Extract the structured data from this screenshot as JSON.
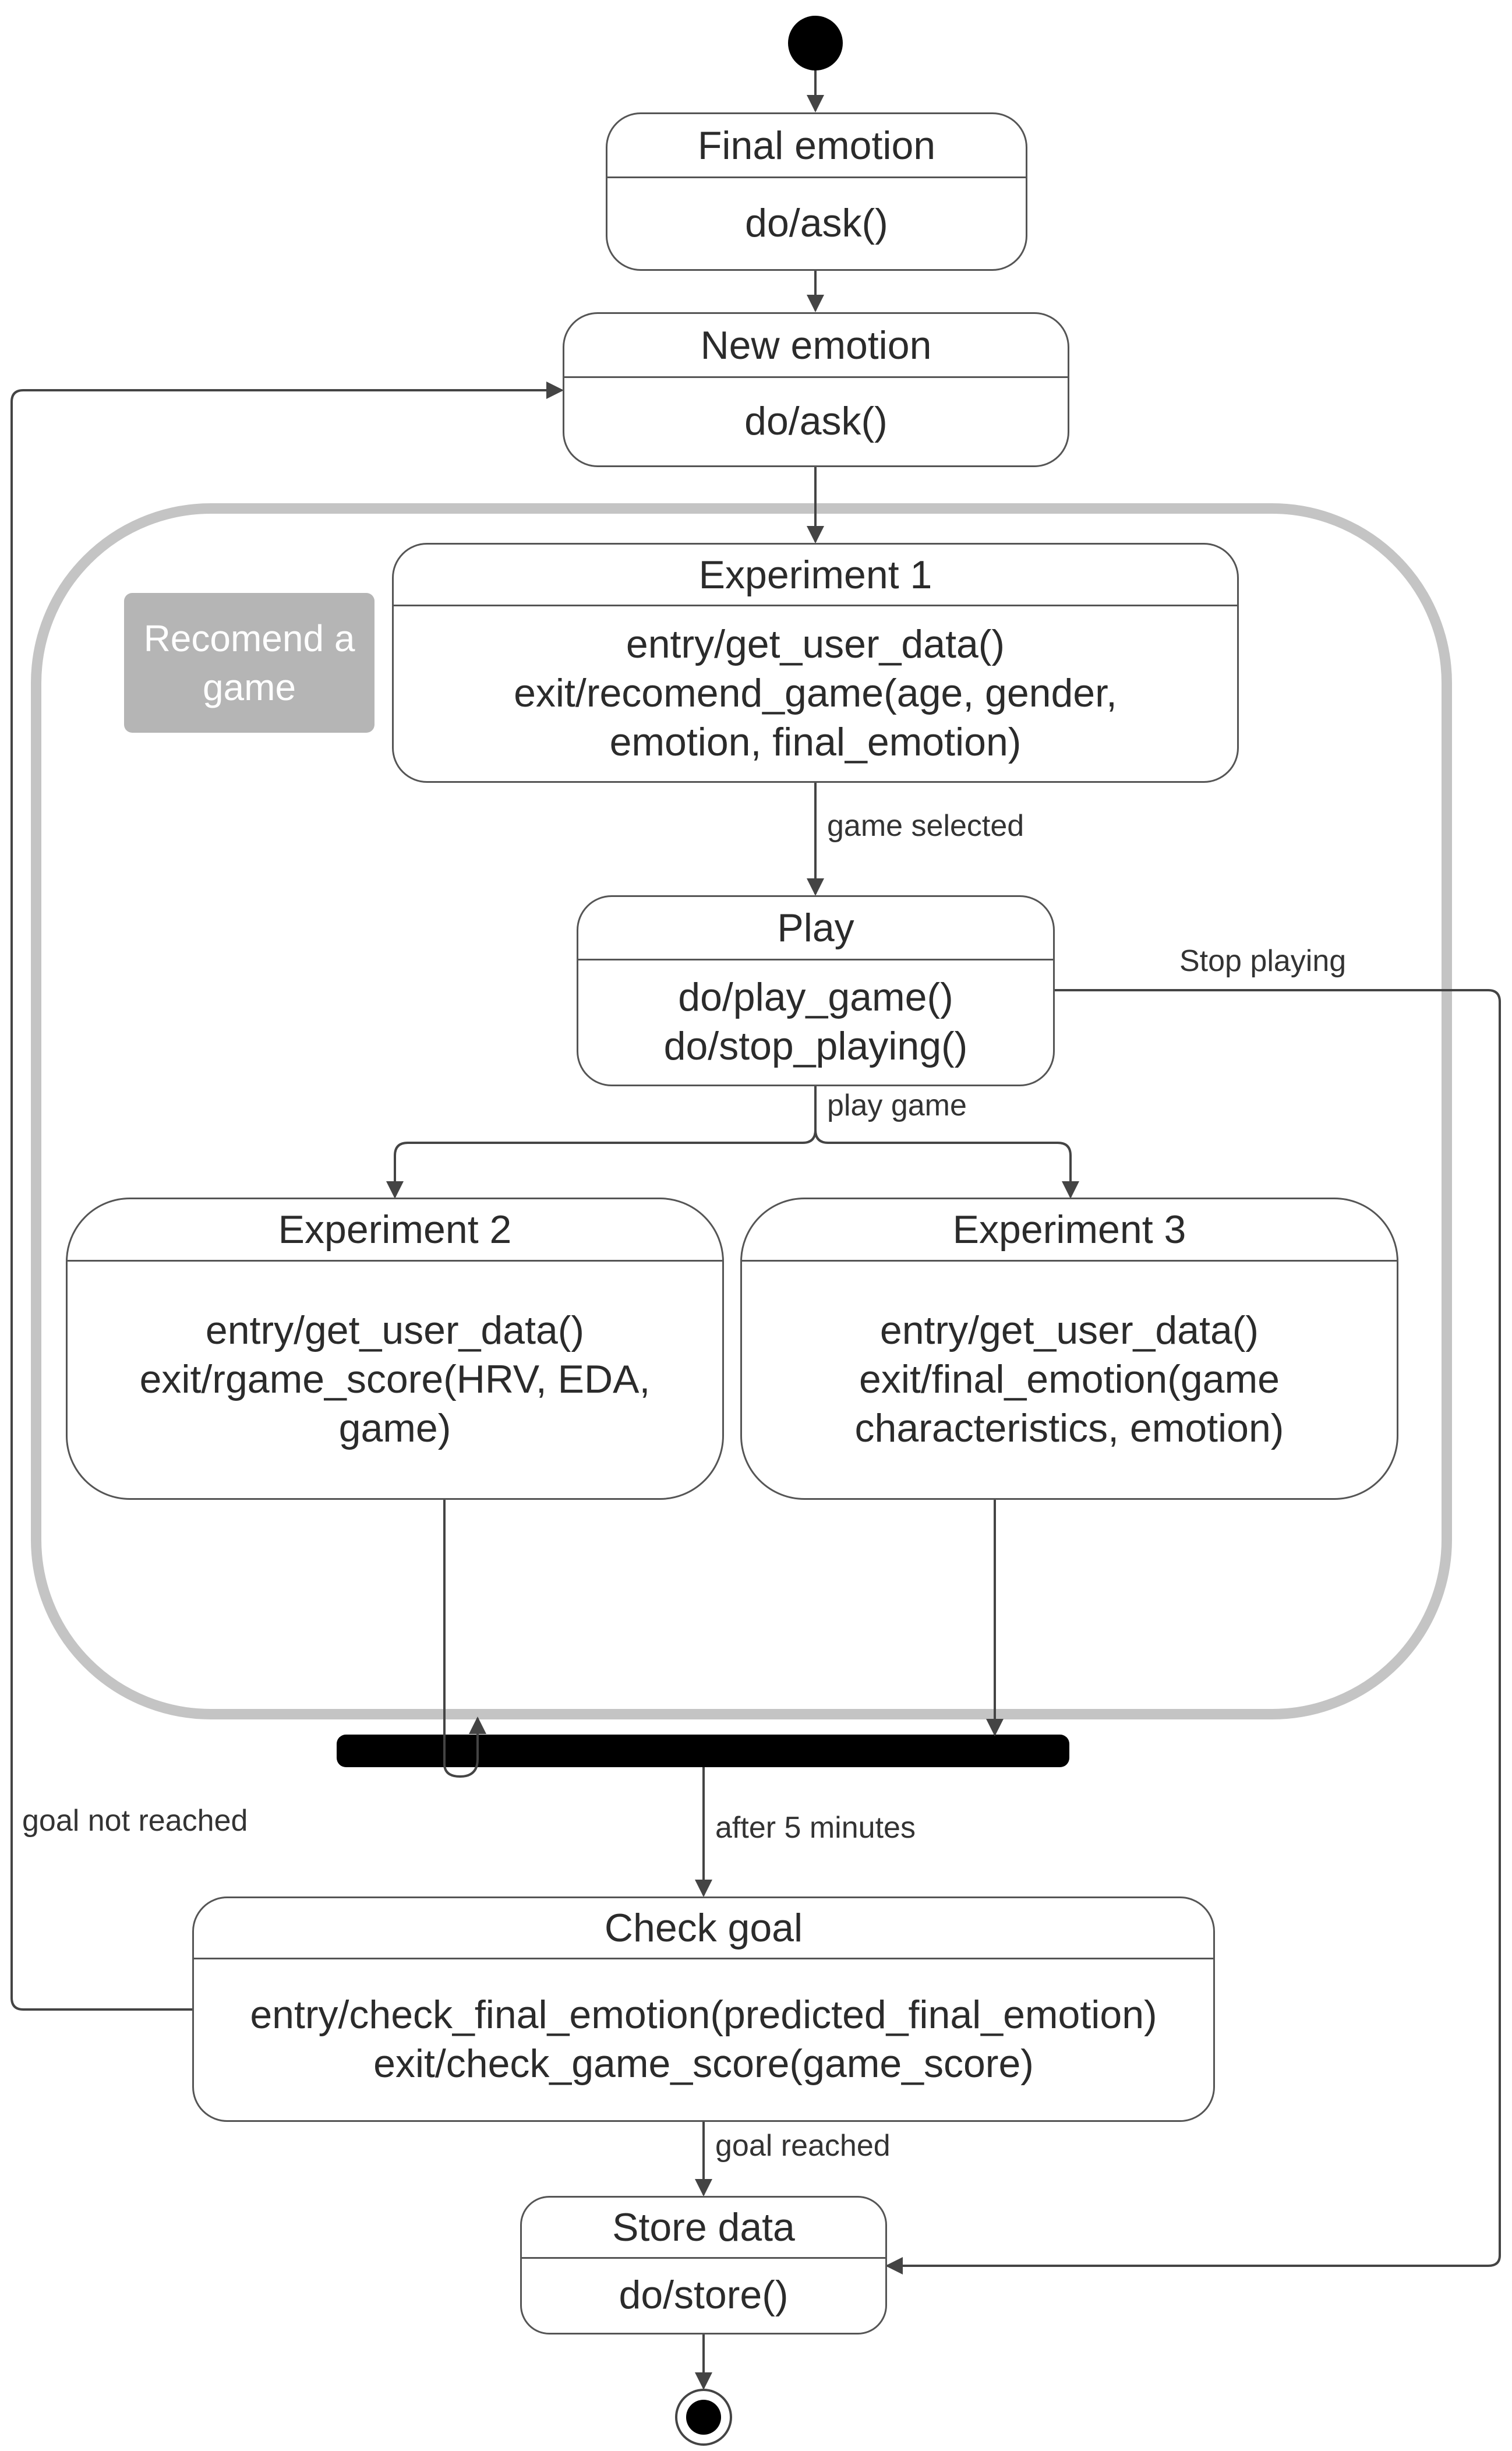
{
  "states": {
    "final_emotion": {
      "name": "Final emotion",
      "actions": [
        "do/ask()"
      ]
    },
    "new_emotion": {
      "name": "New emotion",
      "actions": [
        "do/ask()"
      ]
    },
    "experiment1": {
      "name": "Experiment 1",
      "actions": [
        "entry/get_user_data()",
        "exit/recomend_game(age, gender,",
        "emotion, final_emotion)"
      ]
    },
    "play": {
      "name": "Play",
      "actions": [
        "do/play_game()",
        "do/stop_playing()"
      ]
    },
    "experiment2": {
      "name": "Experiment 2",
      "actions": [
        "entry/get_user_data()",
        "exit/rgame_score(HRV, EDA,",
        "game)"
      ]
    },
    "experiment3": {
      "name": "Experiment 3",
      "actions": [
        "entry/get_user_data()",
        "exit/final_emotion(game",
        "characteristics, emotion)"
      ]
    },
    "check_goal": {
      "name": "Check goal",
      "actions": [
        "entry/check_final_emotion(predicted_final_emotion)",
        "exit/check_game_score(game_score)"
      ]
    },
    "store_data": {
      "name": "Store data",
      "actions": [
        "do/store()"
      ]
    }
  },
  "composite_note": {
    "lines": [
      "Recomend a",
      "game"
    ]
  },
  "transitions": {
    "game_selected": "game selected",
    "stop_playing": "Stop playing",
    "play_game": "play game",
    "after_5_minutes": "after 5 minutes",
    "goal_not_reached": "goal not reached",
    "goal_reached": "goal reached"
  },
  "colors": {
    "line": "#444444",
    "composite_border": "#c4c4c4",
    "note_fill": "#b5b5b5",
    "node_fill": "#000000"
  }
}
